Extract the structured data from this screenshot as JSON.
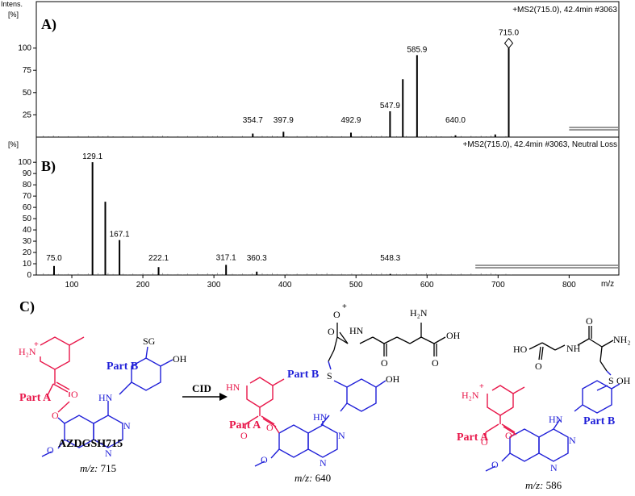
{
  "chart_data": [
    {
      "type": "bar",
      "panel_label": "A)",
      "y_axis_title": "Intens.",
      "y_axis_unit": "[%]",
      "header": "+MS2(715.0), 42.4min #3063",
      "x_range": [
        50,
        870
      ],
      "ylim": [
        0,
        125
      ],
      "y_ticks": [
        25,
        50,
        75,
        100
      ],
      "peaks": [
        {
          "x": 354.7,
          "y": 4,
          "label": "354.7"
        },
        {
          "x": 397.9,
          "y": 6,
          "label": "397.9"
        },
        {
          "x": 492.9,
          "y": 5,
          "label": "492.9"
        },
        {
          "x": 547.9,
          "y": 29,
          "label": "547.9"
        },
        {
          "x": 565.9,
          "y": 65,
          "label": ""
        },
        {
          "x": 585.9,
          "y": 92,
          "label": "585.9"
        },
        {
          "x": 640.0,
          "y": 2,
          "label": "640.0"
        },
        {
          "x": 696.0,
          "y": 3,
          "label": ""
        },
        {
          "x": 715.0,
          "y": 100,
          "label": "715.0",
          "marker": "diamond"
        }
      ],
      "range_bar": {
        "from": 800,
        "to": 870
      }
    },
    {
      "type": "bar",
      "panel_label": "B)",
      "y_axis_unit": "[%]",
      "header": "+MS2(715.0), 42.4min #3063, Neutral Loss",
      "x_range": [
        50,
        870
      ],
      "ylim": [
        0,
        108
      ],
      "y_ticks": [
        0,
        10,
        20,
        30,
        40,
        50,
        60,
        70,
        80,
        90,
        100
      ],
      "x_ticks": [
        100,
        200,
        300,
        400,
        500,
        600,
        700,
        800
      ],
      "x_unit": "m/z",
      "peaks": [
        {
          "x": 75.0,
          "y": 8,
          "label": "75.0"
        },
        {
          "x": 129.1,
          "y": 100,
          "label": "129.1"
        },
        {
          "x": 147.1,
          "y": 65,
          "label": ""
        },
        {
          "x": 167.1,
          "y": 31,
          "label": "167.1"
        },
        {
          "x": 222.1,
          "y": 7,
          "label": "222.1"
        },
        {
          "x": 317.1,
          "y": 9,
          "label": "317.1"
        },
        {
          "x": 360.3,
          "y": 3,
          "label": "360.3"
        },
        {
          "x": 548.3,
          "y": 1,
          "label": "548.3"
        }
      ],
      "range_bar": {
        "from": 668,
        "to": 870
      }
    }
  ],
  "scheme": {
    "panel_label": "C)",
    "arrow_label": "CID",
    "compound_name": "AZDGSH715",
    "mlz_prefix": "m/z:",
    "structures": [
      {
        "part_a": "Part A",
        "part_b": "Part B",
        "mlz": "715"
      },
      {
        "part_a": "Part A",
        "part_b": "Part B",
        "mlz": "640"
      },
      {
        "part_a": "Part A",
        "part_b": "Part B",
        "mlz": "586"
      }
    ],
    "atoms": {
      "H2N_plus": "H₂N",
      "plus": "+",
      "HN": "HN",
      "NH": "NH",
      "HN2": "HN",
      "N": "N",
      "O": "O",
      "S": "S",
      "SG": "SG",
      "OH": "OH",
      "H2N": "H₂N",
      "NH2": "NH₂",
      "HO": "HO"
    },
    "colors": {
      "part_a": "#e8174a",
      "part_b": "#1f1fd8",
      "core": "#1f1fd8",
      "black": "#000000"
    }
  }
}
